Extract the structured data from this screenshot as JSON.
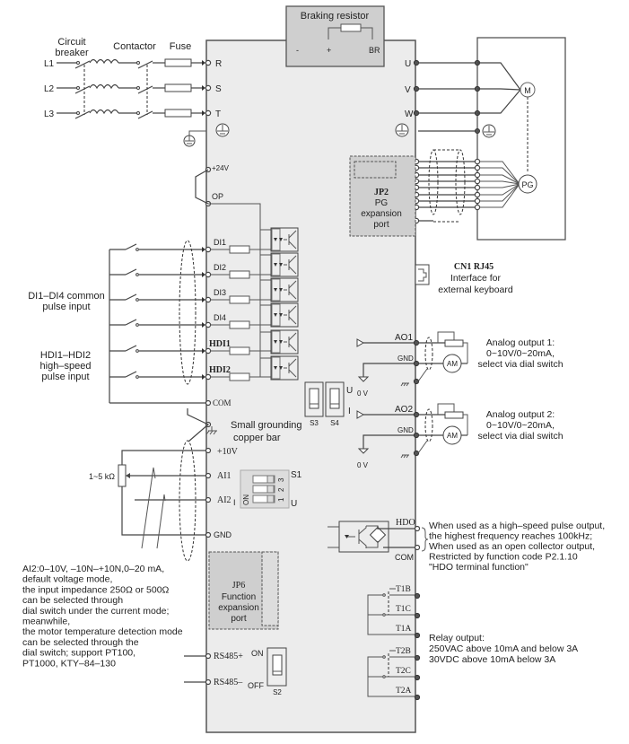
{
  "power_input": {
    "lines": [
      "L1",
      "L2",
      "L3"
    ],
    "circuit_breaker_label_1": "Circuit",
    "circuit_breaker_label_2": "breaker",
    "contactor_label": "Contactor",
    "fuse_label": "Fuse",
    "terminals": [
      "R",
      "S",
      "T"
    ]
  },
  "braking": {
    "title": "Braking resistor",
    "terminals": [
      "-",
      "+",
      "BR"
    ]
  },
  "motor_output": {
    "terminals": [
      "U",
      "V",
      "W"
    ],
    "motor_label": "M",
    "encoder_label": "PG"
  },
  "pg_port": {
    "code": "JP2",
    "line1": "PG",
    "line2": "expansion",
    "line3": "port"
  },
  "supply": {
    "plus24": "+24V",
    "op": "OP"
  },
  "digital_inputs": {
    "terminals": [
      "DI1",
      "DI2",
      "DI3",
      "DI4",
      "HDI1",
      "HDI2"
    ],
    "com": "COM",
    "common_label_1": "DI1–DI4 common",
    "common_label_2": "pulse input",
    "hs_label_1": "HDI1–HDI2",
    "hs_label_2": "high–speed",
    "hs_label_3": "pulse input"
  },
  "keyboard": {
    "title": "CN1 RJ45",
    "line1": "Interface for",
    "line2": "external keyboard"
  },
  "analog_outputs": [
    {
      "terminal": "AO1",
      "gnd": "GND",
      "zero_v": "0 V",
      "meter": "AM",
      "line1": "Analog output 1:",
      "line2": "0~10V/0~20mA,",
      "line3": "select via dial switch"
    },
    {
      "terminal": "AO2",
      "gnd": "GND",
      "zero_v": "0 V",
      "meter": "AM",
      "line1": "Analog output 2:",
      "line2": "0~10V/0~20mA,",
      "line3": "select via dial switch"
    }
  ],
  "switches": {
    "s3": "S3",
    "s4": "S4",
    "u": "U",
    "i": "I",
    "s1": "S1",
    "s1_on": "ON",
    "s1_positions": [
      "1",
      "2",
      "3"
    ],
    "s1_i": "I",
    "s1_u": "U",
    "s2": "S2",
    "s2_on": "ON",
    "s2_off": "OFF"
  },
  "grounding": {
    "line1": "Small grounding",
    "line2": "copper bar"
  },
  "analog_inputs": {
    "plus10": "+10V",
    "ai1": "AI1",
    "ai2": "AI2",
    "gnd": "GND",
    "pot_label": "1~5 kΩ"
  },
  "ai2_note": [
    "AI2:0–10V, –10N–+10N,0–20 mA,",
    "default voltage mode,",
    "the input impedance 250Ω or 500Ω",
    "can be selected through",
    "dial switch under the current mode;",
    "meanwhile,",
    "the motor temperature detection mode",
    "can be selected through the",
    "dial switch; support PT100,",
    "PT1000, KTY–84–130"
  ],
  "jp6": {
    "code": "JP6",
    "line1": "Function",
    "line2": "expansion",
    "line3": "port"
  },
  "rs485": {
    "plus": "RS485+",
    "minus": "RS485–"
  },
  "hdo": {
    "terminal": "HDO",
    "com": "COM",
    "note": [
      "When used as a high–speed pulse output,",
      " the highest frequency reaches 100kHz;",
      "When used as an open collector output,",
      "Restricted by function code P2.1.10",
      " \"HDO terminal function\""
    ]
  },
  "relays": {
    "r1": [
      "T1B",
      "T1C",
      "T1A"
    ],
    "r2": [
      "T2B",
      "T2C",
      "T2A"
    ],
    "note": [
      "Relay output:",
      "250VAC above 10mA and below 3A",
      "30VDC above 10mA below 3A"
    ]
  },
  "colors": {
    "drive_body": "#ececec",
    "module_fill": "#cfcfcf",
    "wire": "#444444"
  }
}
